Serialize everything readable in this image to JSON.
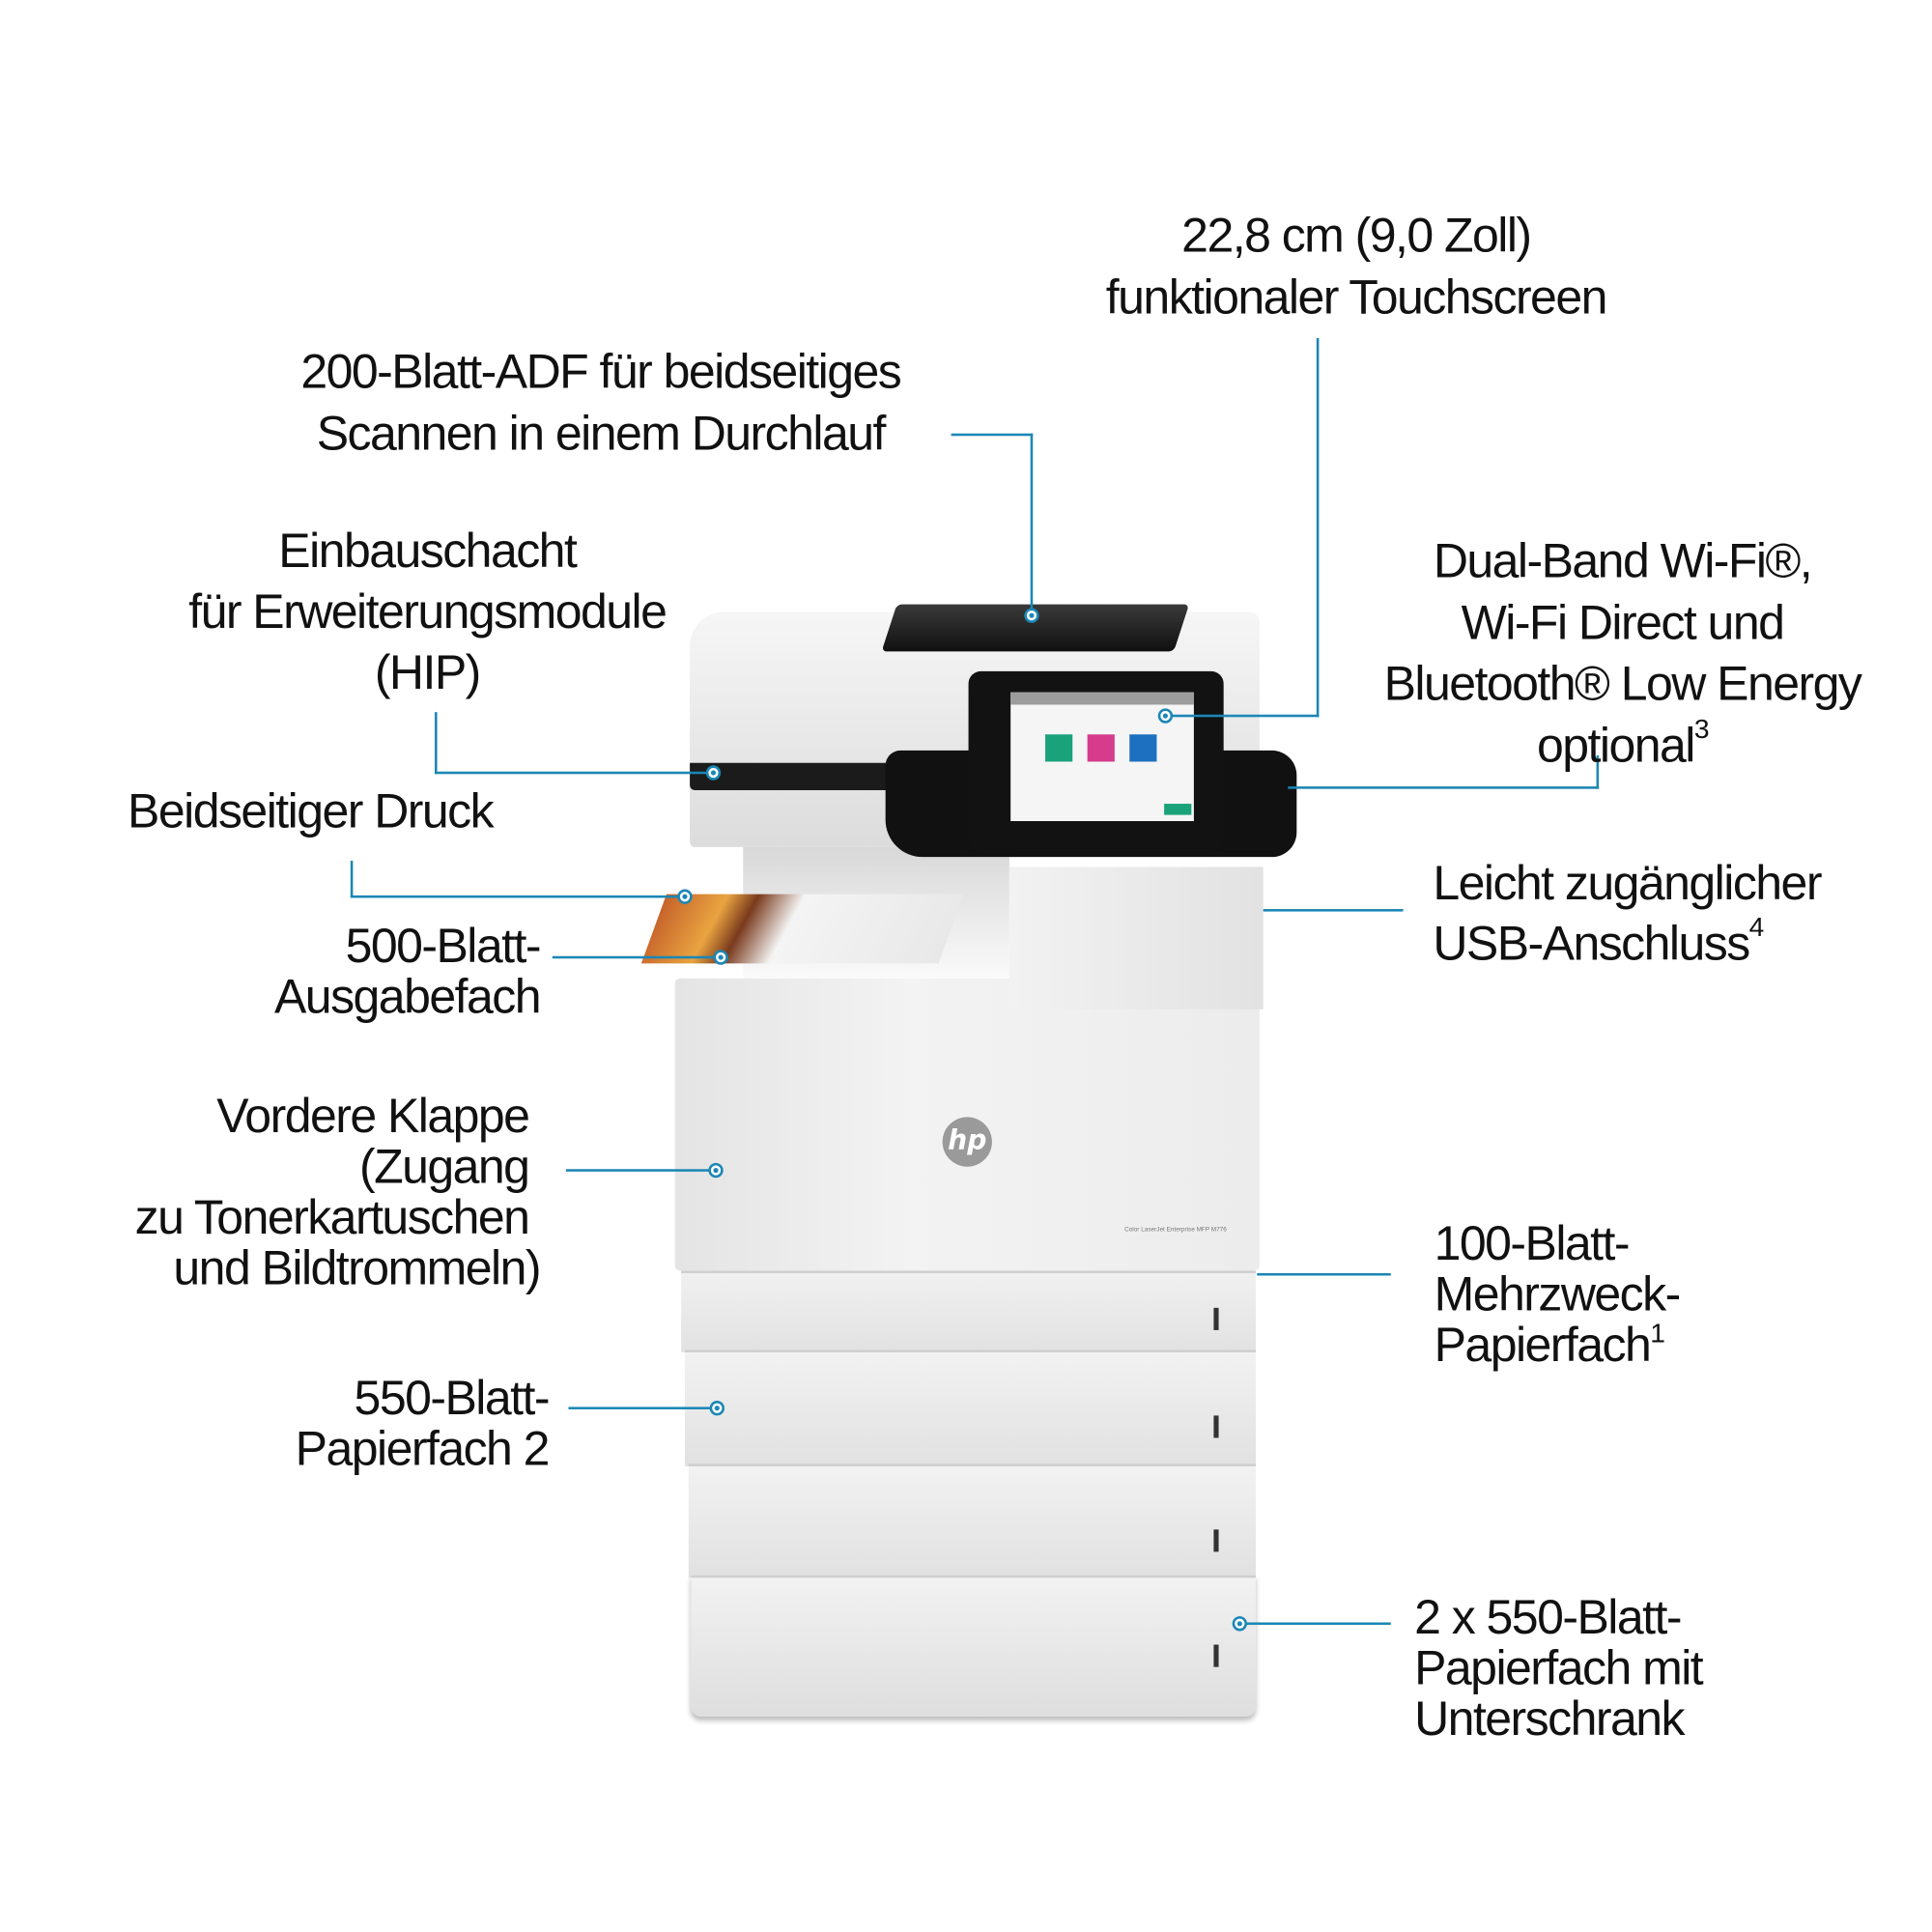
{
  "callouts": {
    "touchscreen": {
      "line1": "22,8 cm (9,0 Zoll)",
      "line2": "funktionaler Touchscreen"
    },
    "adf": {
      "line1": "200-Blatt-ADF für beidseitiges",
      "line2": "Scannen in einem Durchlauf"
    },
    "hip": {
      "line1": "Einbauschacht",
      "line2": "für Erweiterungsmodule",
      "line3": "(HIP)"
    },
    "wifi": {
      "line1": "Dual-Band Wi-Fi®,",
      "line2": "Wi-Fi Direct und",
      "line3": "Bluetooth® Low Energy",
      "line4": "optional",
      "footnote": "3"
    },
    "duplex": {
      "line1": "Beidseitiger Druck"
    },
    "usb": {
      "line1": "Leicht zugänglicher",
      "line2": "USB-Anschluss",
      "footnote": "4"
    },
    "output_bin": {
      "line1": "500-Blatt-",
      "line2": "Ausgabefach"
    },
    "front_door": {
      "line1": "Vordere Klappe",
      "line2": "(Zugang",
      "line3": "zu Tonerkartuschen",
      "line4": "und Bildtrommeln)"
    },
    "mp_tray": {
      "line1": "100-Blatt-",
      "line2": "Mehrzweck-",
      "line3": "Papierfach",
      "footnote": "1"
    },
    "tray2": {
      "line1": "550-Blatt-",
      "line2": "Papierfach 2"
    },
    "cabinet": {
      "line1": "2 x 550-Blatt-",
      "line2": "Papierfach mit",
      "line3": "Unterschrank"
    }
  },
  "printer": {
    "logo": "hp",
    "model": "Color LaserJet Enterprise MFP M776"
  },
  "colors": {
    "accent": "#1b87b5",
    "screen_tile_1": "#1aa37a",
    "screen_tile_2": "#d63c8c",
    "screen_tile_3": "#1d6fbf"
  }
}
